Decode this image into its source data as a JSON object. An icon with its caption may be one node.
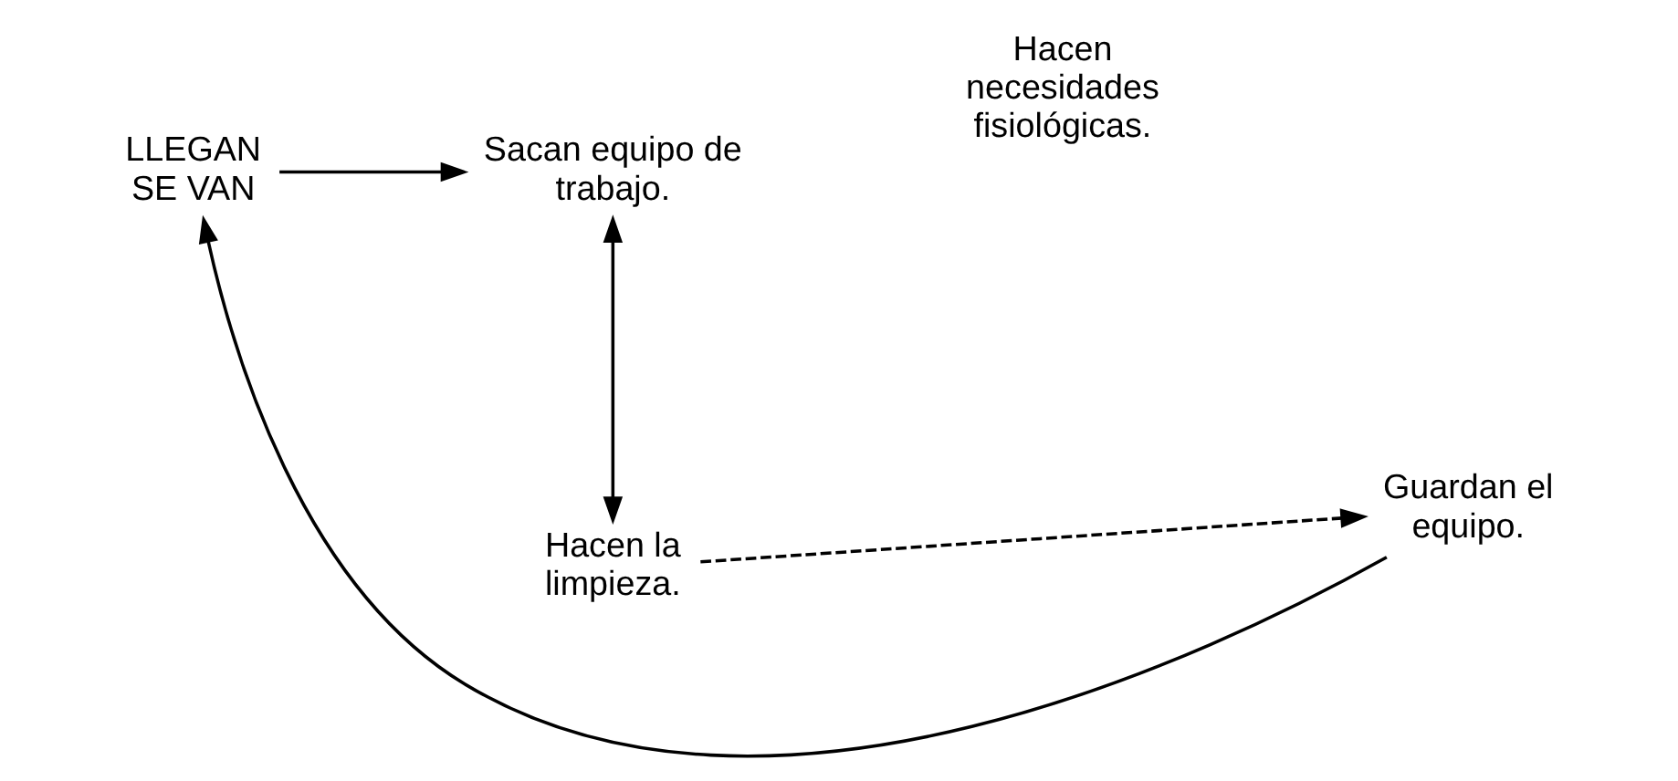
{
  "diagram": {
    "nodes": [
      {
        "text": [
          "LLEGAN SE VAN"
        ]
      },
      {
        "text": [
          "Sacan equipo de trabajo."
        ]
      },
      {
        "text": [
          "Hacen la limpieza."
        ]
      },
      {
        "text": [
          "Guardan el equipo."
        ]
      }
    ],
    "edges": [
      {
        "from": 0,
        "to": 1,
        "arrow": "to"
      },
      {
        "from": 1,
        "to": 2,
        "arrow": "both"
      },
      {
        "from": 2,
        "to": 3,
        "arrow": "to",
        "style": "dashed"
      },
      {
        "from": 3,
        "to": 0,
        "arrow": "to"
      }
    ],
    "labels": [
      "Hacen necesidades fisiológicas."
    ]
  }
}
